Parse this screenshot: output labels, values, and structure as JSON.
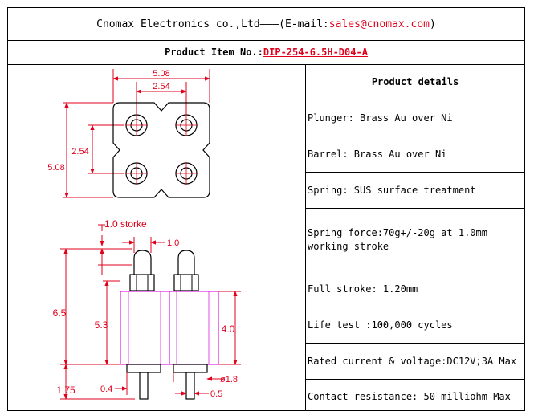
{
  "header": {
    "company": "Cnomax Electronics co.,Ltd",
    "dashes": "———(",
    "email_label": "E-mail: ",
    "email": "sales@cnomax.com",
    "close": ")"
  },
  "product_item": {
    "label": "Product Item No.: ",
    "value": "DIP-254-6.5H-D04-A"
  },
  "drawing": {
    "top_view": {
      "width_outer": "5.08",
      "width_pitch": "2.54",
      "height_pitch": "2.54",
      "height_outer": "5.08"
    },
    "side_view": {
      "stroke_label": "1.0 storke",
      "plunger_dia": "1.0",
      "total_height": "6.5",
      "body_height": "5.3",
      "barrel_height": "4.0",
      "tail_length": "1.75",
      "offset": "0.4",
      "flange_dia": "ø1.8",
      "tail_dia": "0.5"
    },
    "colors": {
      "dimension": "#e0001b",
      "outline": "#000000",
      "insulator": "#e020e0"
    }
  },
  "details": {
    "title": "Product details",
    "rows": [
      "Plunger: Brass Au over Ni",
      "Barrel: Brass Au over Ni",
      "Spring: SUS surface treatment",
      "Spring force:70g+/-20g at 1.0mm working stroke",
      "Full stroke: 1.20mm",
      "Life test :100,000 cycles",
      "Rated current & voltage:DC12V;3A Max",
      "Contact resistance: 50 milliohm Max"
    ]
  }
}
